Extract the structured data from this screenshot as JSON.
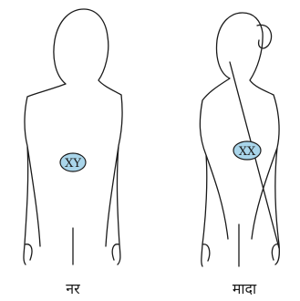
{
  "figures": {
    "male": {
      "label": "नर",
      "chromosomes": "XY"
    },
    "female": {
      "label": "मादा",
      "chromosomes": "XX"
    }
  },
  "colors": {
    "chromosome_fill": "#a9d5ea",
    "outline": "#1a1a1a"
  }
}
